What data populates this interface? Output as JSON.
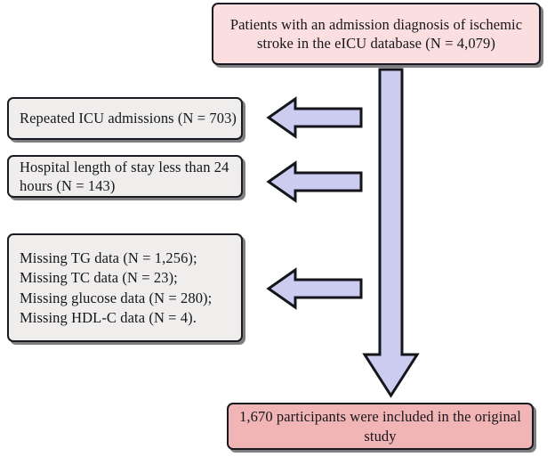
{
  "figure": {
    "type": "flowchart",
    "title": "Study participant selection flow diagram",
    "colors": {
      "box_pink_light": "#fadee0",
      "box_pink_deep": "#f2b5b5",
      "box_gray": "#f0eeec",
      "arrow_fill": "#ccccf0",
      "outline": "#1a1a22"
    }
  },
  "nodes": {
    "source_cohort": {
      "line1": "Patients with an admission diagnosis of ischemic",
      "line2": "stroke in the eICU database (N = 4,079)"
    },
    "exclusion_1": {
      "line1": "Repeated ICU admissions (N = 703)"
    },
    "exclusion_2": {
      "line1": "Hospital length of stay less than 24",
      "line2": "hours (N = 143)"
    },
    "exclusion_3": {
      "line1": "Missing TG data (N = 1,256);",
      "line2": "Missing TC data (N = 23);",
      "line3": "Missing glucose data (N = 280);",
      "line4": "Missing HDL-C data (N = 4)."
    },
    "final_cohort": {
      "line1": "1,670 participants were included in the",
      "line2": "original study"
    }
  },
  "arrows": {
    "exclusion_arrow_1": "left-arrow",
    "exclusion_arrow_2": "left-arrow",
    "exclusion_arrow_3": "left-arrow",
    "main_flow_arrow": "down-arrow"
  }
}
